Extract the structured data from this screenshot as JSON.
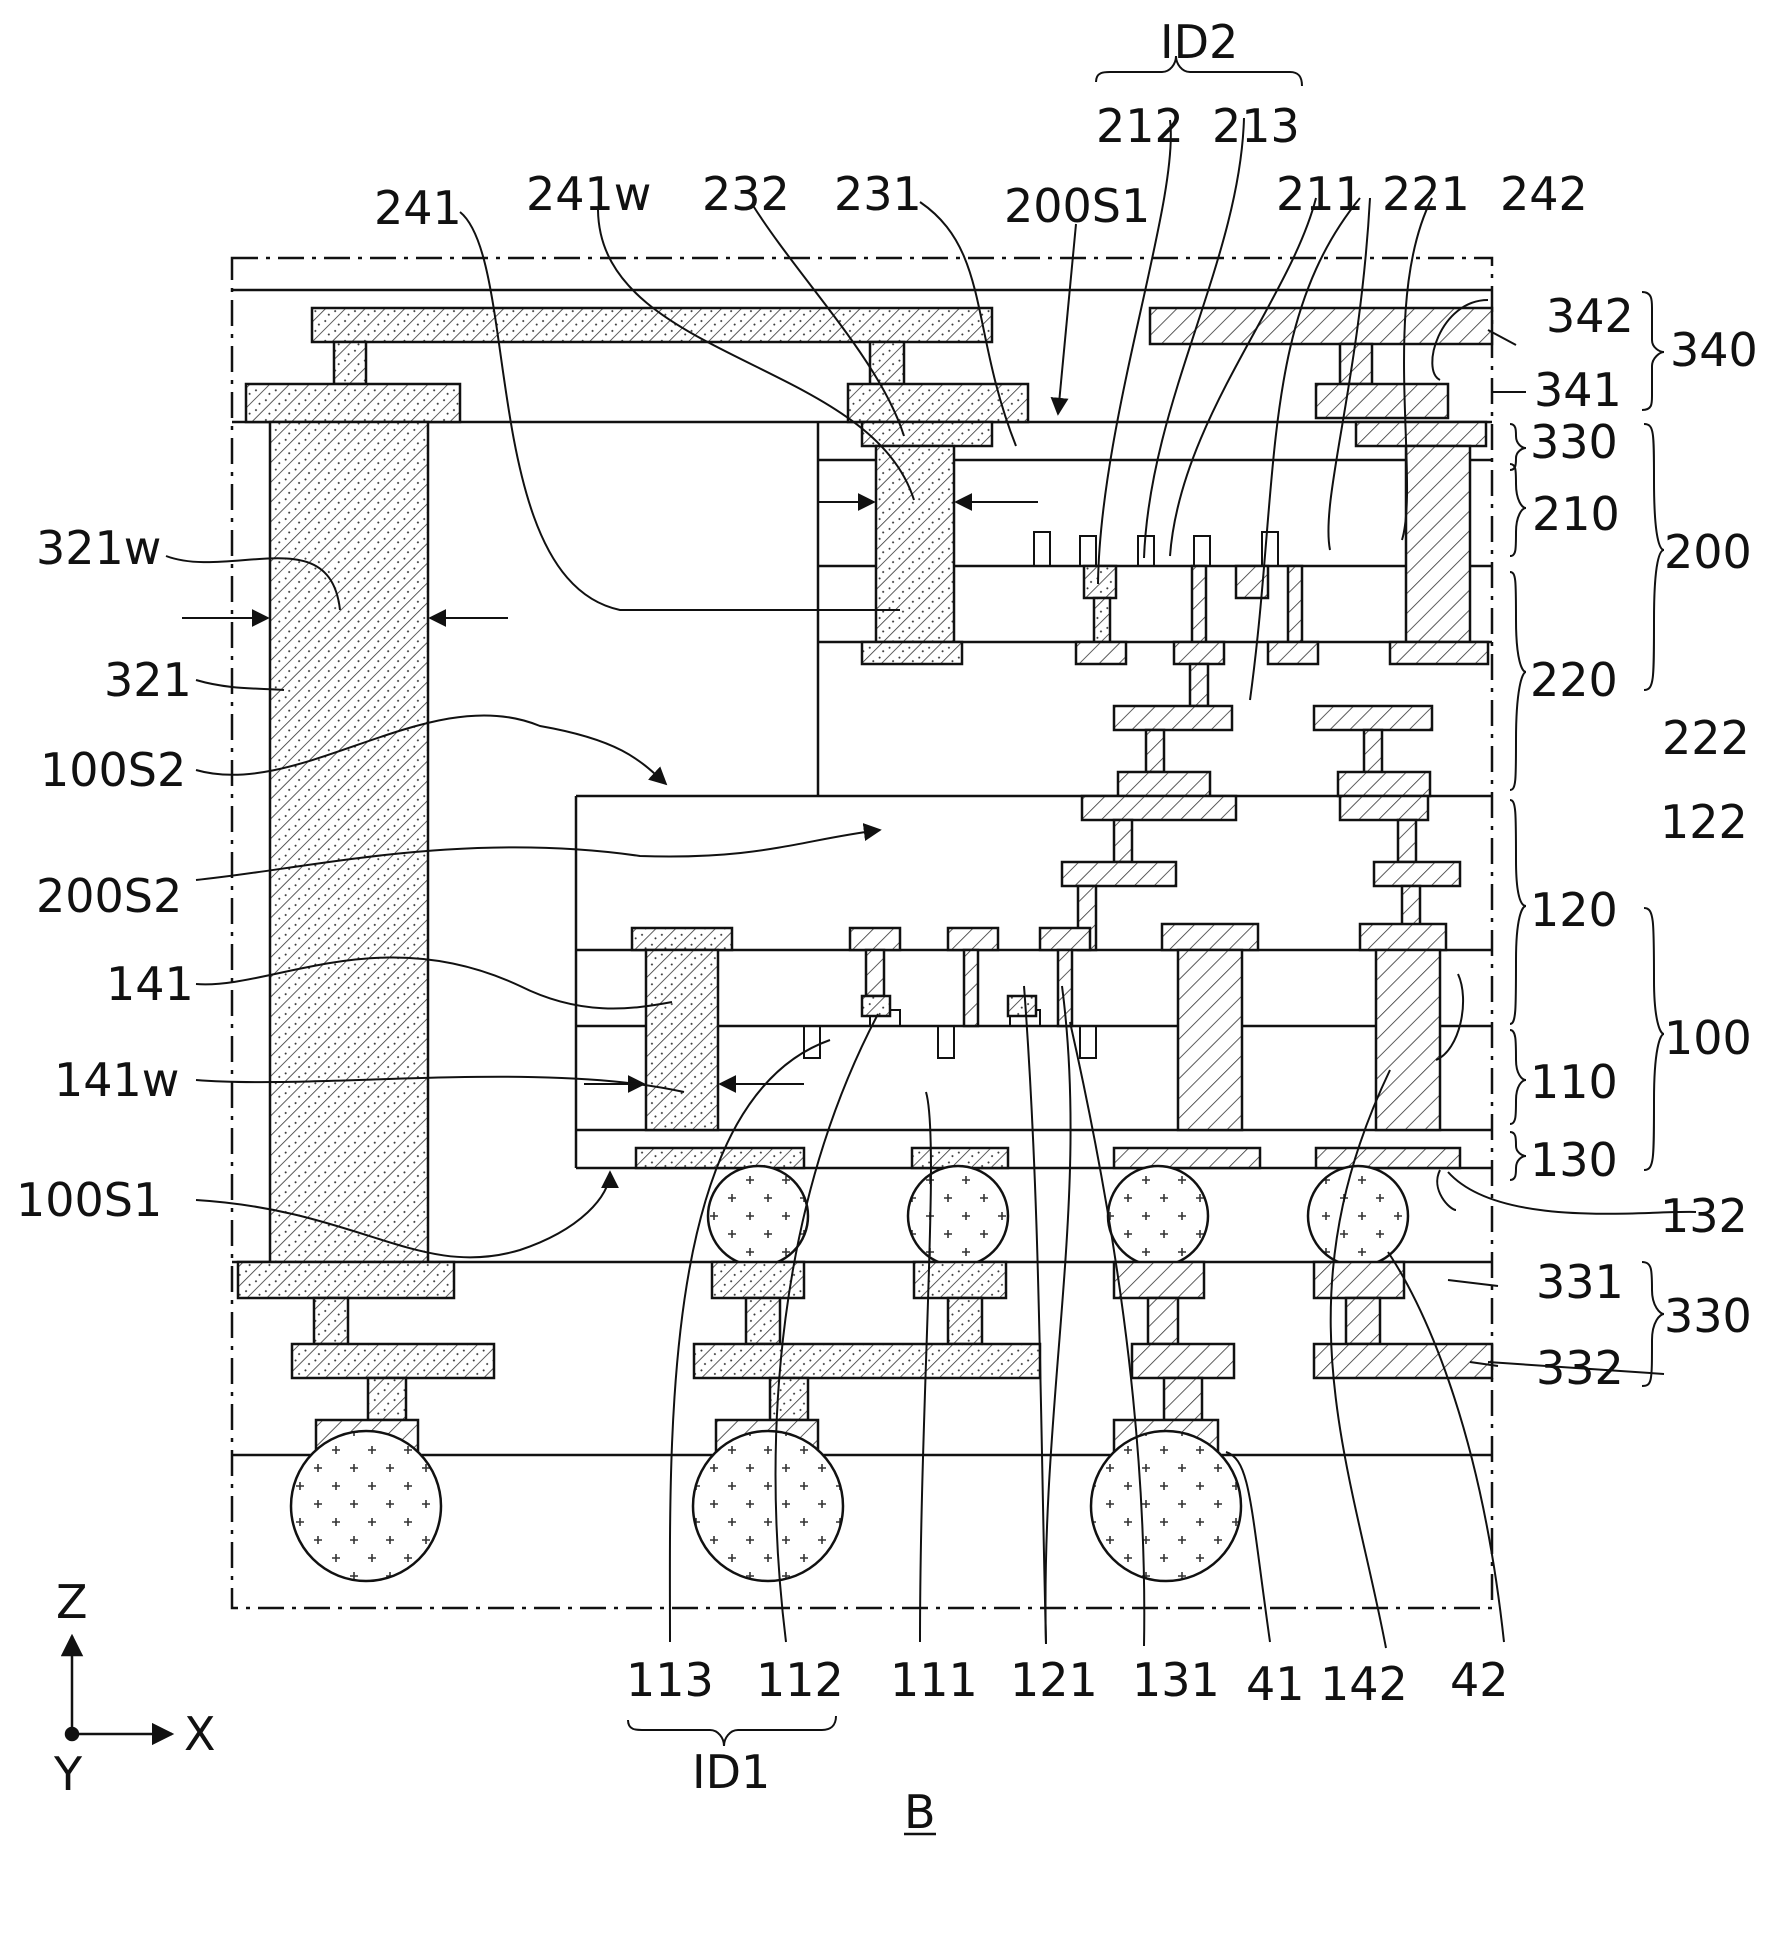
{
  "figure": {
    "caption": "B",
    "axes": {
      "z": "Z",
      "x": "X",
      "y": "Y"
    },
    "groups": {
      "top": "ID2",
      "bottom": "ID1"
    },
    "labels": {
      "l212": "212",
      "l213": "213",
      "l241": "241",
      "l241w": "241w",
      "l232": "232",
      "l231": "231",
      "l200S1": "200S1",
      "l211": "211",
      "l221": "221",
      "l242": "242",
      "l342": "342",
      "l340": "340",
      "l341": "341",
      "l330a": "330",
      "l210": "210",
      "l200": "200",
      "l321w": "321w",
      "l220": "220",
      "l321": "321",
      "l222": "222",
      "l100S2": "100S2",
      "l122": "122",
      "l200S2": "200S2",
      "l120": "120",
      "l141": "141",
      "l100": "100",
      "l141w": "141w",
      "l110": "110",
      "l130": "130",
      "l100S1": "100S1",
      "l132": "132",
      "l331": "331",
      "l330b": "330",
      "l332": "332",
      "l113": "113",
      "l112": "112",
      "l111": "111",
      "l121": "121",
      "l131": "131",
      "l41": "41",
      "l142": "142",
      "l42": "42"
    }
  }
}
